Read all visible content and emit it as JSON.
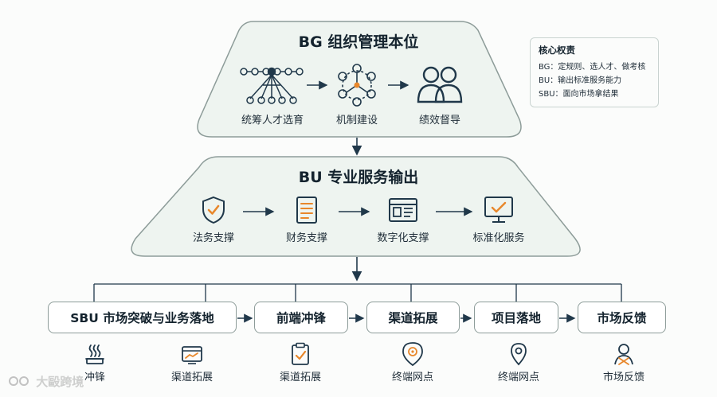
{
  "top_section": {
    "title": "BG 组织管理本位",
    "items": [
      {
        "label": "统筹人才选育",
        "icon": "org-tree-icon"
      },
      {
        "label": "机制建设",
        "icon": "mechanism-cycle-icon"
      },
      {
        "label": "绩效督导",
        "icon": "people-icon"
      }
    ]
  },
  "legend": {
    "title": "核心权责",
    "lines": [
      "BG：定规则、选人才、做考核",
      "BU：输出标准服务能力",
      "SBU：面向市场拿结果"
    ]
  },
  "middle_section": {
    "title": "BU 专业服务输出",
    "items": [
      {
        "label": "法务支撑",
        "icon": "shield-check-icon"
      },
      {
        "label": "财务支撑",
        "icon": "document-list-icon"
      },
      {
        "label": "数字化支撑",
        "icon": "browser-window-icon"
      },
      {
        "label": "标准化服务",
        "icon": "monitor-check-icon"
      }
    ]
  },
  "flow": {
    "boxes": [
      "SBU 市场突破与业务落地",
      "前端冲锋",
      "渠道拓展",
      "项目落地",
      "市场反馈"
    ]
  },
  "bottom_icons": [
    {
      "label": "冲锋",
      "icon": "steam-icon"
    },
    {
      "label": "渠道拓展",
      "icon": "channel-screen-icon"
    },
    {
      "label": "渠道拓展",
      "icon": "clipboard-check-icon"
    },
    {
      "label": "终端网点",
      "icon": "location-target-icon"
    },
    {
      "label": "终端网点",
      "icon": "map-pin-icon"
    },
    {
      "label": "市场反馈",
      "icon": "user-feedback-icon"
    }
  ],
  "watermark": "大毆跨境",
  "colors": {
    "accent": "#e8872b",
    "line": "#20384a",
    "trapezoid_fill": "#eef4f0",
    "trapezoid_stroke": "#8d9c99"
  }
}
